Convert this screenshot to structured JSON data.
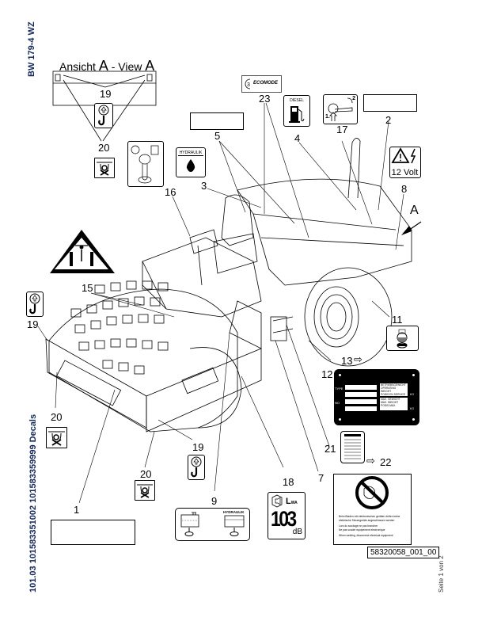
{
  "document": {
    "model_label": "BW 179-4 WZ",
    "footer_code": "101.03 101583351002 101583359999 Decals",
    "page_label": "Seite 1 von 2",
    "drawing_number": "58320058_001_00"
  },
  "view": {
    "title_prefix": "Ansicht",
    "title_letter_de": "A",
    "title_sep": " - View ",
    "title_letter_en": "A",
    "arrow_label": "A"
  },
  "callouts": {
    "c1": "1",
    "c2": "2",
    "c3": "3",
    "c4": "4",
    "c5": "5",
    "c7": "7",
    "c8": "8",
    "c9": "9",
    "c11": "11",
    "c12": "12",
    "c13": "13",
    "c15": "15",
    "c16": "16",
    "c17": "17",
    "c18": "18",
    "c19_view": "19",
    "c19_left": "19",
    "c19_front": "19",
    "c20_view": "20",
    "c20_left": "20",
    "c20_front": "20",
    "c21": "21",
    "c22": "22",
    "c23": "23"
  },
  "decals": {
    "ecomode": "ECOMODE",
    "diesel": "DIESEL",
    "hydraulik": "HYDRAULIK",
    "hydraulik_9": "HYDRAULIK",
    "voltage": "12 Volt",
    "sound_label": "L",
    "sound_sub": "WA",
    "sound_value": "103",
    "sound_unit": "dB",
    "step_1": "1.",
    "step_2": "2",
    "plate": {
      "type_label": "TYPE",
      "no_label": "NO",
      "weight_lines": [
        "BETRIEBSGEWICHT",
        "OPERATING WEIGHT",
        "POIDS EN SERVICE"
      ],
      "max_lines": [
        "MAX. GEWICHT",
        "MAX. WEIGHT",
        "POIDS MAX."
      ],
      "unit1": "KG",
      "unit2": "KG"
    },
    "warning_text": [
      "Beim Bladen mit elektronischen geräten dürfen keine",
      "elektrische Steuergeräte angeschlossen werden",
      "Lors du soudage ne pas brancher",
      "Ne pas souder equipement electronique",
      "When welding, disconnect electrical equipment"
    ]
  }
}
